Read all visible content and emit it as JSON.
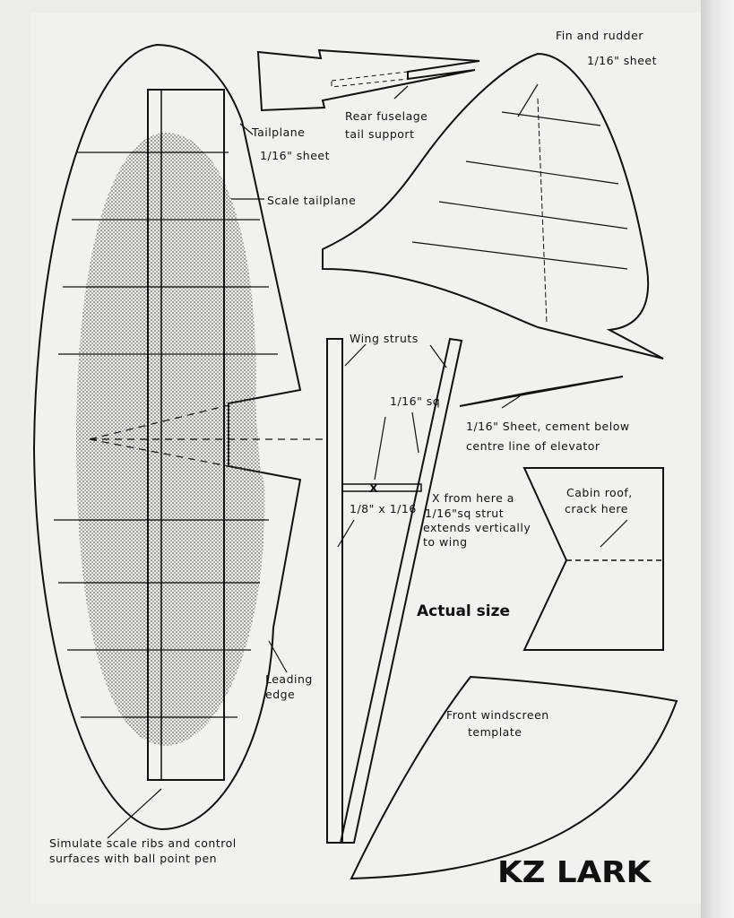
{
  "title": "KZ LARK",
  "subtitle": "Actual size",
  "labels": {
    "fin": "Fin  and  rudder",
    "fin_sheet": "1/16\" sheet",
    "rear_fuselage_1": "Rear  fuselage",
    "rear_fuselage_2": "tail  support",
    "tailplane": "Tailplane",
    "tailplane_sheet": "1/16\"  sheet",
    "scale_tailplane": "Scale  tailplane",
    "wing_struts": "Wing  struts",
    "sq_16": "1/16\" sq",
    "elevator_1": "1/16\"  Sheet,  cement  below",
    "elevator_2": "centre   line   of  elevator",
    "strut_size": "1/8\"  x  1/16",
    "x_mark": "X",
    "strut_note_1": "X from  here  a",
    "strut_note_2": "1/16\"sq  strut",
    "strut_note_3": "extends vertically",
    "strut_note_4": "to  wing",
    "cabin_1": "Cabin  roof,",
    "cabin_2": "crack  here",
    "leading_1": "Leading",
    "leading_2": "edge",
    "windscreen_1": "Front   windscreen",
    "windscreen_2": "template",
    "simulate_1": "Simulate    scale  ribs  and  control",
    "simulate_2": "surfaces    with   ball  point  pen"
  },
  "colors": {
    "ink": "#111111",
    "paper": "#f1f1ef"
  }
}
